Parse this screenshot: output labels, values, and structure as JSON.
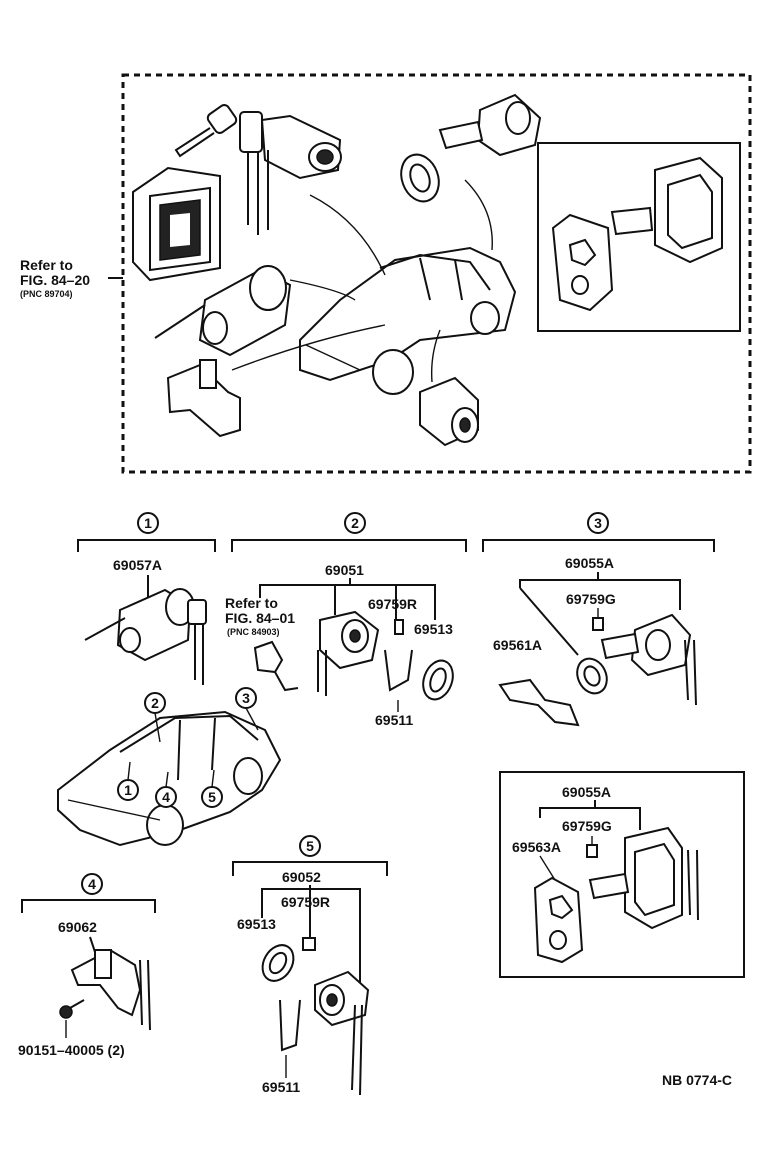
{
  "top_group": {
    "refer_line1": "Refer to",
    "refer_line2": "FIG. 84–20",
    "refer_line3": "(PNC 89704)"
  },
  "groups": [
    {
      "number": "1",
      "part": "69057A"
    },
    {
      "number": "2",
      "part": "69051",
      "refer_line1": "Refer to",
      "refer_line2": "FIG. 84–01",
      "refer_line3": "(PNC 84903)",
      "parts": [
        "69759R",
        "69513",
        "69511"
      ]
    },
    {
      "number": "3",
      "part": "69055A",
      "parts": [
        "69759G",
        "69561A"
      ]
    },
    {
      "number": "4",
      "part": "69062",
      "bolt": "90151–40005 (2)"
    },
    {
      "number": "5",
      "part": "69052",
      "parts": [
        "69759R",
        "69513",
        "69511"
      ]
    }
  ],
  "inset_bottom": {
    "part": "69055A",
    "parts": [
      "69759G",
      "69563A"
    ]
  },
  "car_callouts": [
    "1",
    "2",
    "3",
    "4",
    "5"
  ],
  "footer_code": "NB 0774-C",
  "icons": [
    "ignition-key-icon",
    "door-lock-cylinder-icon",
    "trunk-lock-icon",
    "glove-box-lock-icon",
    "car-outline-icon",
    "bolt-icon"
  ]
}
